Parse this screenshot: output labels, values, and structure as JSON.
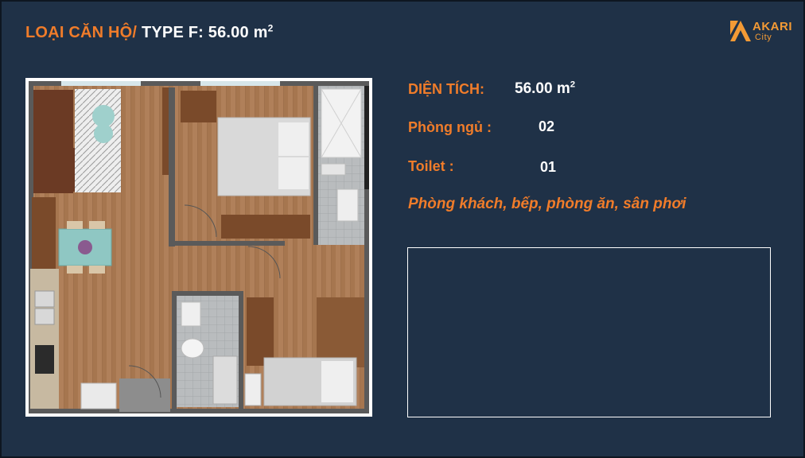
{
  "header": {
    "title_orange": "LOẠI CĂN HỘ/",
    "title_white": "TYPE F: 56.00 m",
    "title_sup": "2"
  },
  "logo": {
    "name": "AKARI",
    "sub": "City"
  },
  "info": {
    "area_label": "DIỆN TÍCH:",
    "area_value": "56.00 m",
    "area_sup": "2",
    "bedrooms_label": "Phòng ngủ :",
    "bedrooms_value": "02",
    "toilet_label": "Toilet :",
    "toilet_value": "01",
    "rooms": "Phòng khách, bếp, phòng ăn, sân phơi"
  },
  "colors": {
    "background": "#1f3147",
    "accent": "#f07c2a",
    "text": "#ffffff",
    "floor": "#b0805a"
  }
}
